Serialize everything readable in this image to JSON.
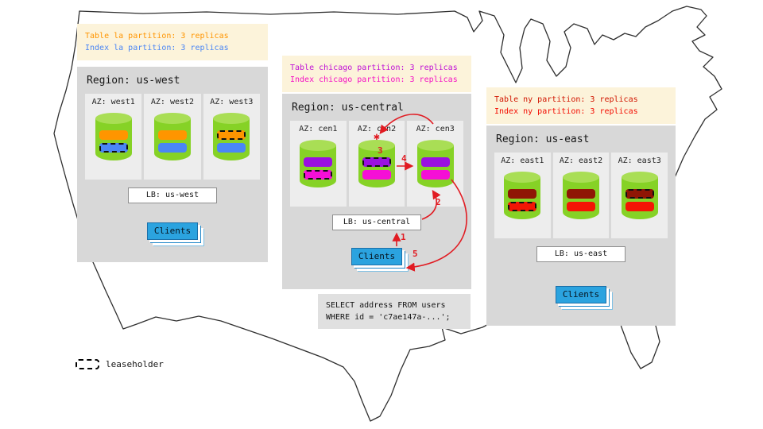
{
  "map": {
    "label": "united-states-outline",
    "stroke": "#2f2f2f"
  },
  "icons": {
    "leaseholder_star": "✱"
  },
  "legend": {
    "label": "leaseholder"
  },
  "sql_box": {
    "line1": "SELECT address FROM users",
    "line2": "WHERE id = 'c7ae147a-...';"
  },
  "arrows": {
    "color": "#e11b22",
    "steps": [
      "1",
      "2",
      "3",
      "4",
      "5"
    ]
  },
  "regions": {
    "west": {
      "title": "Region: us-west",
      "note": {
        "line1": {
          "text": "Table la partition: 3 replicas",
          "color": "#ff9500"
        },
        "line2": {
          "text": "Index la partition: 3 replicas",
          "color": "#4a86f5"
        }
      },
      "azs": [
        {
          "label": "AZ: west1",
          "table_bar": {
            "color": "#ff9500",
            "leaseholder": false
          },
          "index_bar": {
            "color": "#4a86f5",
            "leaseholder": true
          }
        },
        {
          "label": "AZ: west2",
          "table_bar": {
            "color": "#ff9500",
            "leaseholder": false
          },
          "index_bar": {
            "color": "#4a86f5",
            "leaseholder": false
          }
        },
        {
          "label": "AZ: west3",
          "table_bar": {
            "color": "#ff9500",
            "leaseholder": true
          },
          "index_bar": {
            "color": "#4a86f5",
            "leaseholder": false
          }
        }
      ],
      "lb_label": "LB: us-west",
      "clients_label": "Clients"
    },
    "central": {
      "title": "Region: us-central",
      "note": {
        "line1": {
          "text": "Table chicago partition: 3 replicas",
          "color": "#bf10d6"
        },
        "line2": {
          "text": "Index chicago partition: 3 replicas",
          "color": "#f511c4"
        }
      },
      "azs": [
        {
          "label": "AZ: cen1",
          "table_bar": {
            "color": "#9a10e0",
            "leaseholder": false
          },
          "index_bar": {
            "color": "#f50fd6",
            "leaseholder": true
          }
        },
        {
          "label": "AZ: cen2",
          "table_bar": {
            "color": "#9a10e0",
            "leaseholder": true
          },
          "index_bar": {
            "color": "#f50fd6",
            "leaseholder": false
          }
        },
        {
          "label": "AZ: cen3",
          "table_bar": {
            "color": "#9a10e0",
            "leaseholder": false
          },
          "index_bar": {
            "color": "#f50fd6",
            "leaseholder": false
          }
        }
      ],
      "lb_label": "LB: us-central",
      "clients_label": "Clients"
    },
    "east": {
      "title": "Region: us-east",
      "note": {
        "line1": {
          "text": "Table ny partition: 3 replicas",
          "color": "#d11500"
        },
        "line2": {
          "text": "Index ny partition: 3 replicas",
          "color": "#f30b00"
        }
      },
      "azs": [
        {
          "label": "AZ: east1",
          "table_bar": {
            "color": "#8f1605",
            "leaseholder": false
          },
          "index_bar": {
            "color": "#f31505",
            "leaseholder": true
          }
        },
        {
          "label": "AZ: east2",
          "table_bar": {
            "color": "#8f1605",
            "leaseholder": false
          },
          "index_bar": {
            "color": "#f31505",
            "leaseholder": false
          }
        },
        {
          "label": "AZ: east3",
          "table_bar": {
            "color": "#8f1605",
            "leaseholder": true
          },
          "index_bar": {
            "color": "#f31505",
            "leaseholder": false
          }
        }
      ],
      "lb_label": "LB: us-east",
      "clients_label": "Clients"
    }
  }
}
